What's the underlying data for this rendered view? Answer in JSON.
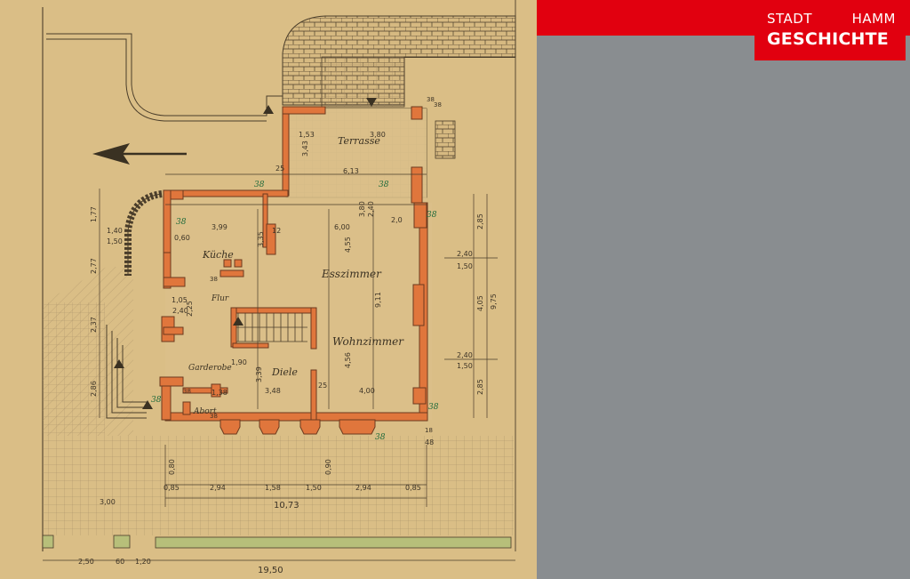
{
  "logo": {
    "line1_left": "STADT",
    "line1_right": "HAMM",
    "line2": "GESCHICHTE"
  },
  "colors": {
    "red": "#e1000f",
    "gray": "#898d90",
    "paper": "#dcc089",
    "wall": "#e0763c",
    "ink": "#3a3122"
  },
  "plan": {
    "rooms": {
      "terrace": "Terrasse",
      "kitchen": "Küche",
      "living": "Wohnzimmer",
      "dining": "Esszimmer",
      "hall": "Diele",
      "toilet": "Abort",
      "wardrobe": "Garderobe",
      "ante": "Flur"
    },
    "dims": {
      "total_width": "19,50",
      "house_width": "10,73",
      "d_2_50": "2,50",
      "d_60": "60",
      "d_1_20": "1,20",
      "d_3_00": "3,00",
      "d_0_85a": "0,85",
      "d_2_94a": "2,94",
      "d_1_58": "1,58",
      "d_1_50": "1,50",
      "d_2_94b": "2,94",
      "d_0_85b": "0,85",
      "d_9_75": "9,75",
      "d_4_05": "4,05",
      "d_2_85a": "2,85",
      "d_2_85b": "2,85",
      "d_2_40a": "2,40",
      "d_1_50a": "1,50",
      "d_2_40b": "2,40",
      "d_1_50b": "1,50",
      "d_6_13": "6,13",
      "d_3_99": "3,99",
      "d_6_00": "6,00",
      "d_4_55": "4,55",
      "d_9_11": "9,11",
      "d_4_56": "4,56",
      "d_3_48": "3,48",
      "d_4_00": "4,00",
      "d_3_39": "3,39",
      "d_1_77": "1,77",
      "d_2_77": "2,77",
      "d_2_37": "2,37",
      "d_2_86": "2,86",
      "d_1_40": "1,40",
      "d_1_50c": "1,50",
      "d_1_53": "1,53",
      "d_3_80": "3,80",
      "d_3_43": "3,43",
      "d_25a": "25",
      "d_25b": "25",
      "d_0_80": "0,80",
      "d_0_90": "0,90",
      "d_0_60": "0,60",
      "d_1_05": "1,05",
      "d_2_40c": "2,40",
      "d_2_25": "2,25",
      "d_1_90": "1,90",
      "d_1_38": "1,38",
      "d_12": "12",
      "d_3_35": "3,35",
      "d_48": "48",
      "d_2_0": "2,0",
      "d_3_80b": "3,80",
      "d_2_40d": "2,40",
      "d_38a": "38",
      "d_38b": "38"
    },
    "marks": {
      "m38_1": "38",
      "m38_2": "38",
      "m38_3": "38",
      "m38_4": "38",
      "m38_5": "38",
      "m38_6": "38",
      "m38_7": "38",
      "m38_8": "38",
      "m38_9": "38",
      "m38_10": "38",
      "m18": "18"
    }
  }
}
